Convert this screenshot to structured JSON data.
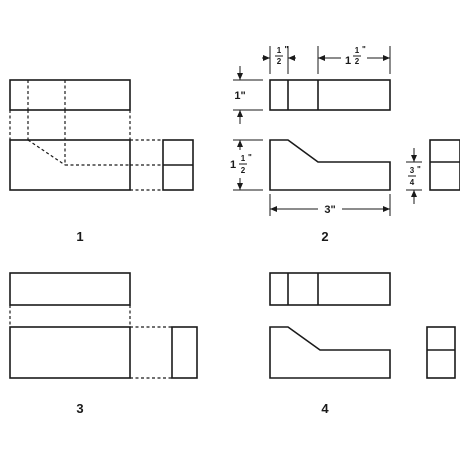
{
  "figures": [
    {
      "label": "1"
    },
    {
      "label": "2"
    },
    {
      "label": "3"
    },
    {
      "label": "4"
    }
  ],
  "dimensions": {
    "half_inch": {
      "whole": "",
      "num": "1",
      "den": "2",
      "unit": "\""
    },
    "one_and_half_top": {
      "whole": "1",
      "num": "1",
      "den": "2",
      "unit": "\""
    },
    "one_inch": {
      "text": "1\""
    },
    "one_and_half_left": {
      "whole": "1",
      "num": "1",
      "den": "2",
      "unit": "\""
    },
    "three_quarter": {
      "num": "3",
      "den": "4",
      "unit": "\""
    },
    "three_inch": {
      "text": "3\""
    }
  }
}
